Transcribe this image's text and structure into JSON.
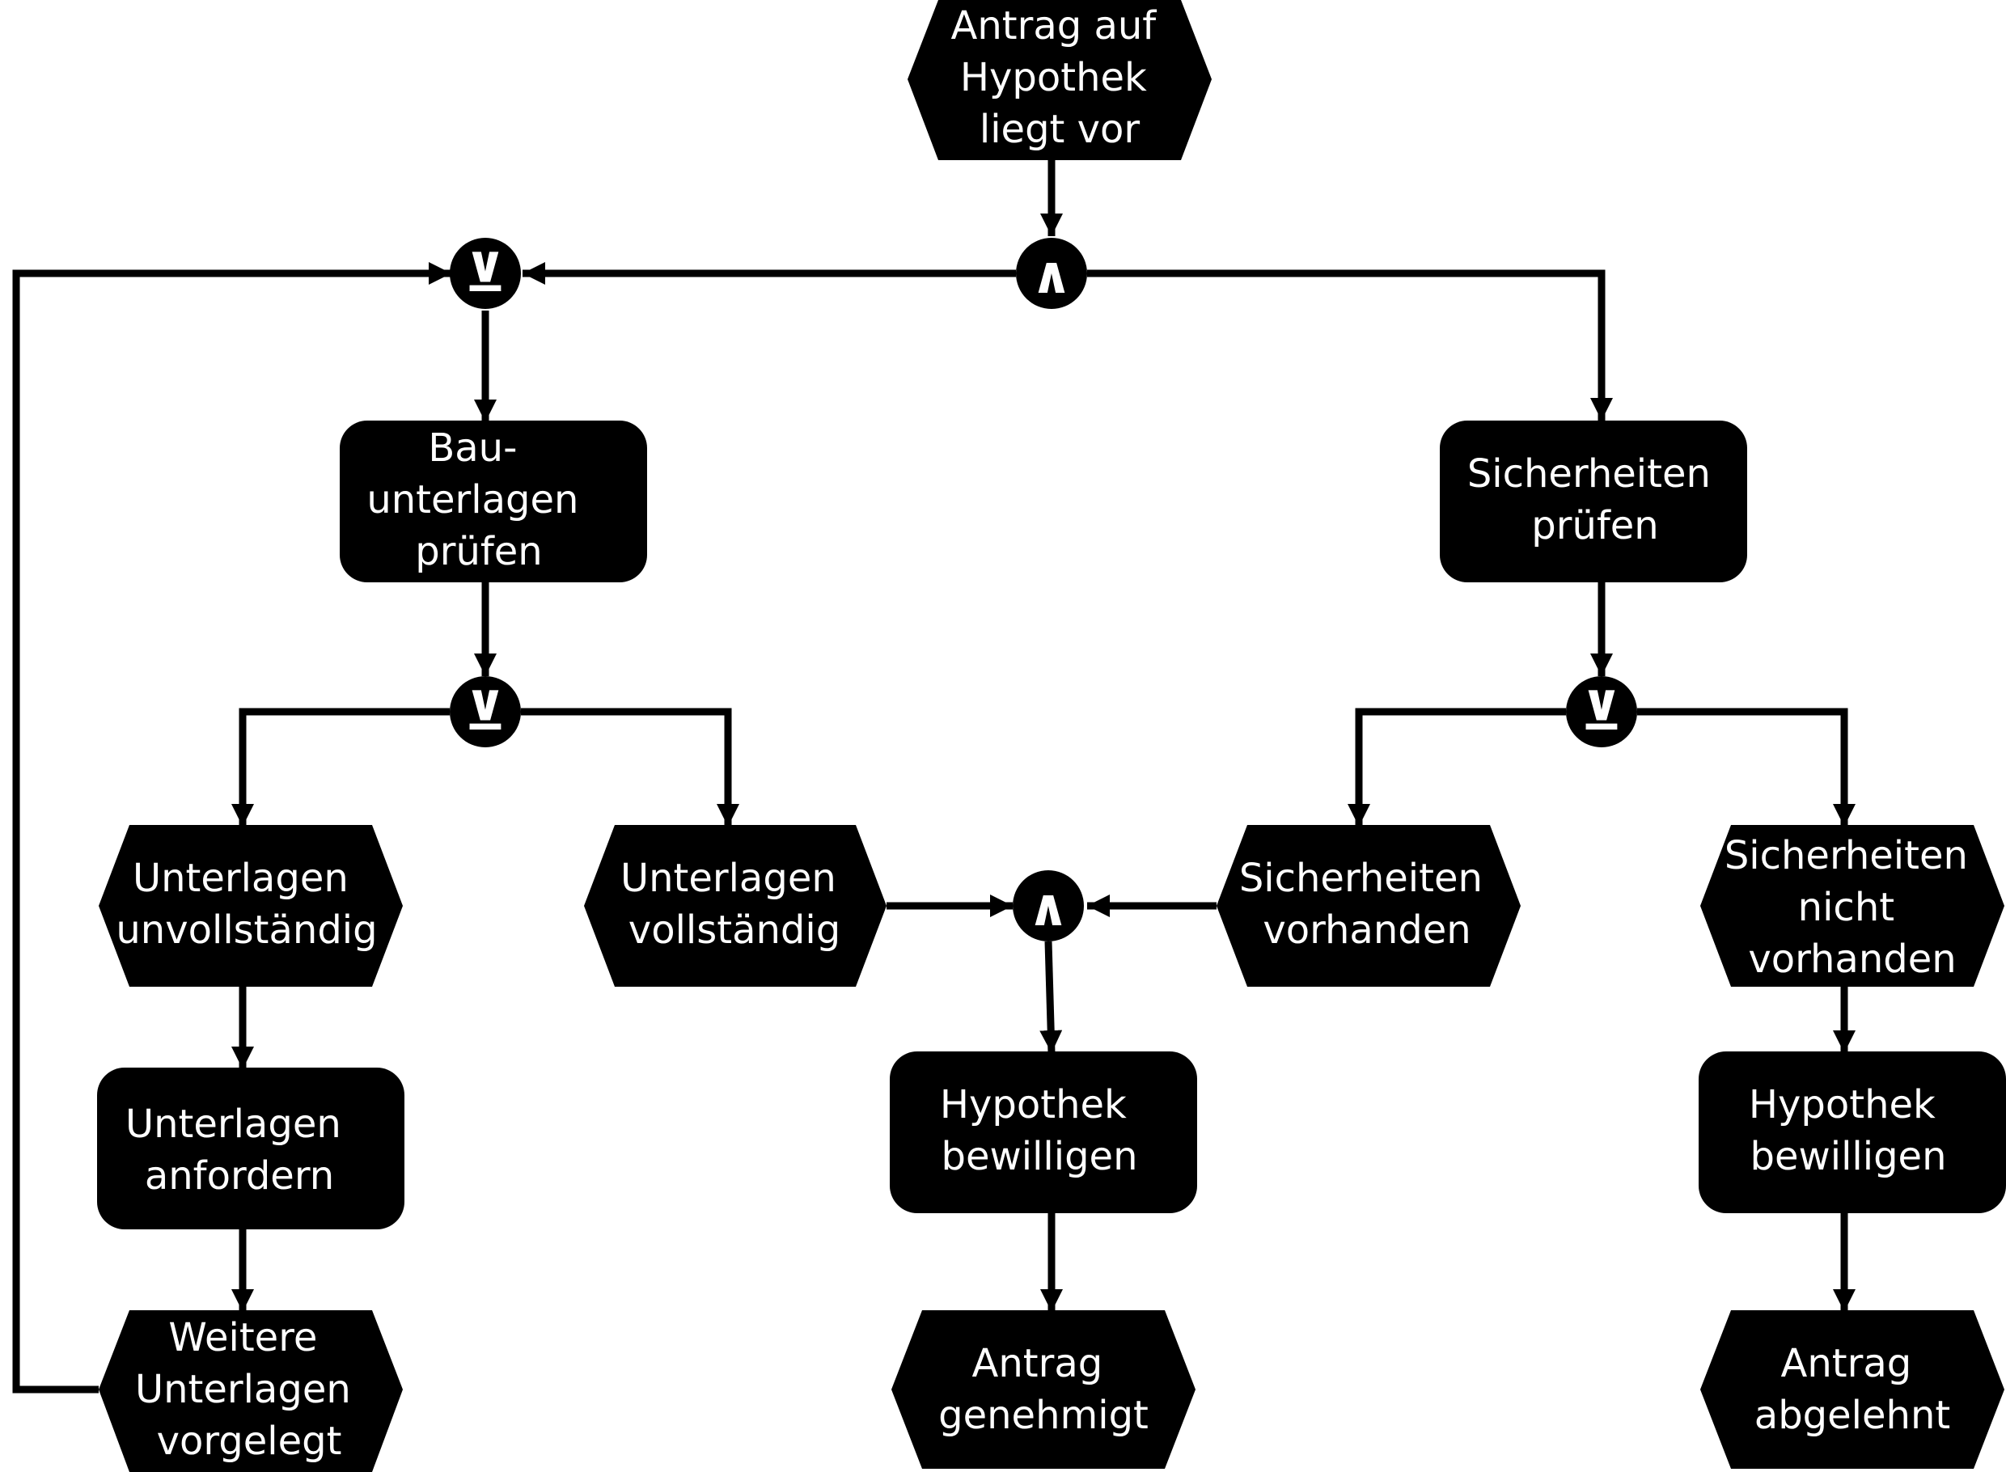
{
  "colors": {
    "shape_fill": "#000000",
    "text": "#ffffff",
    "line": "#000000",
    "background": "#ffffff"
  },
  "nodes": {
    "start": {
      "kind": "event",
      "lines": [
        "Antrag auf",
        "Hypothek",
        "liegt vor"
      ]
    },
    "check_documents": {
      "kind": "function",
      "lines": [
        "Bau-",
        "unterlagen",
        "prüfen"
      ]
    },
    "check_securities": {
      "kind": "function",
      "lines": [
        "Sicherheiten",
        "prüfen"
      ]
    },
    "docs_incomplete": {
      "kind": "event",
      "lines": [
        "Unterlagen",
        "unvollständig"
      ]
    },
    "docs_complete": {
      "kind": "event",
      "lines": [
        "Unterlagen",
        "vollständig"
      ]
    },
    "securities_available": {
      "kind": "event",
      "lines": [
        "Sicherheiten",
        "vorhanden"
      ]
    },
    "securities_not_available": {
      "kind": "event",
      "lines": [
        "Sicherheiten",
        "nicht",
        "vorhanden"
      ]
    },
    "request_documents": {
      "kind": "function",
      "lines": [
        "Unterlagen",
        "anfordern"
      ]
    },
    "approve_mortgage_center": {
      "kind": "function",
      "lines": [
        "Hypothek",
        "bewilligen"
      ]
    },
    "approve_mortgage_right": {
      "kind": "function",
      "lines": [
        "Hypothek",
        "bewilligen"
      ]
    },
    "more_documents_submitted": {
      "kind": "event",
      "lines": [
        "Weitere",
        "Unterlagen",
        "vorgelegt"
      ]
    },
    "request_approved": {
      "kind": "event",
      "lines": [
        "Antrag",
        "genehmigt"
      ]
    },
    "request_rejected": {
      "kind": "event",
      "lines": [
        "Antrag",
        "abgelehnt"
      ]
    }
  },
  "connectors": {
    "and_split_top": {
      "symbol": "∧"
    },
    "xor_merge_left": {
      "symbol": "⊻"
    },
    "xor_split_docs": {
      "symbol": "⊻"
    },
    "xor_split_securities": {
      "symbol": "⊻"
    },
    "and_join_center": {
      "symbol": "∧"
    }
  }
}
